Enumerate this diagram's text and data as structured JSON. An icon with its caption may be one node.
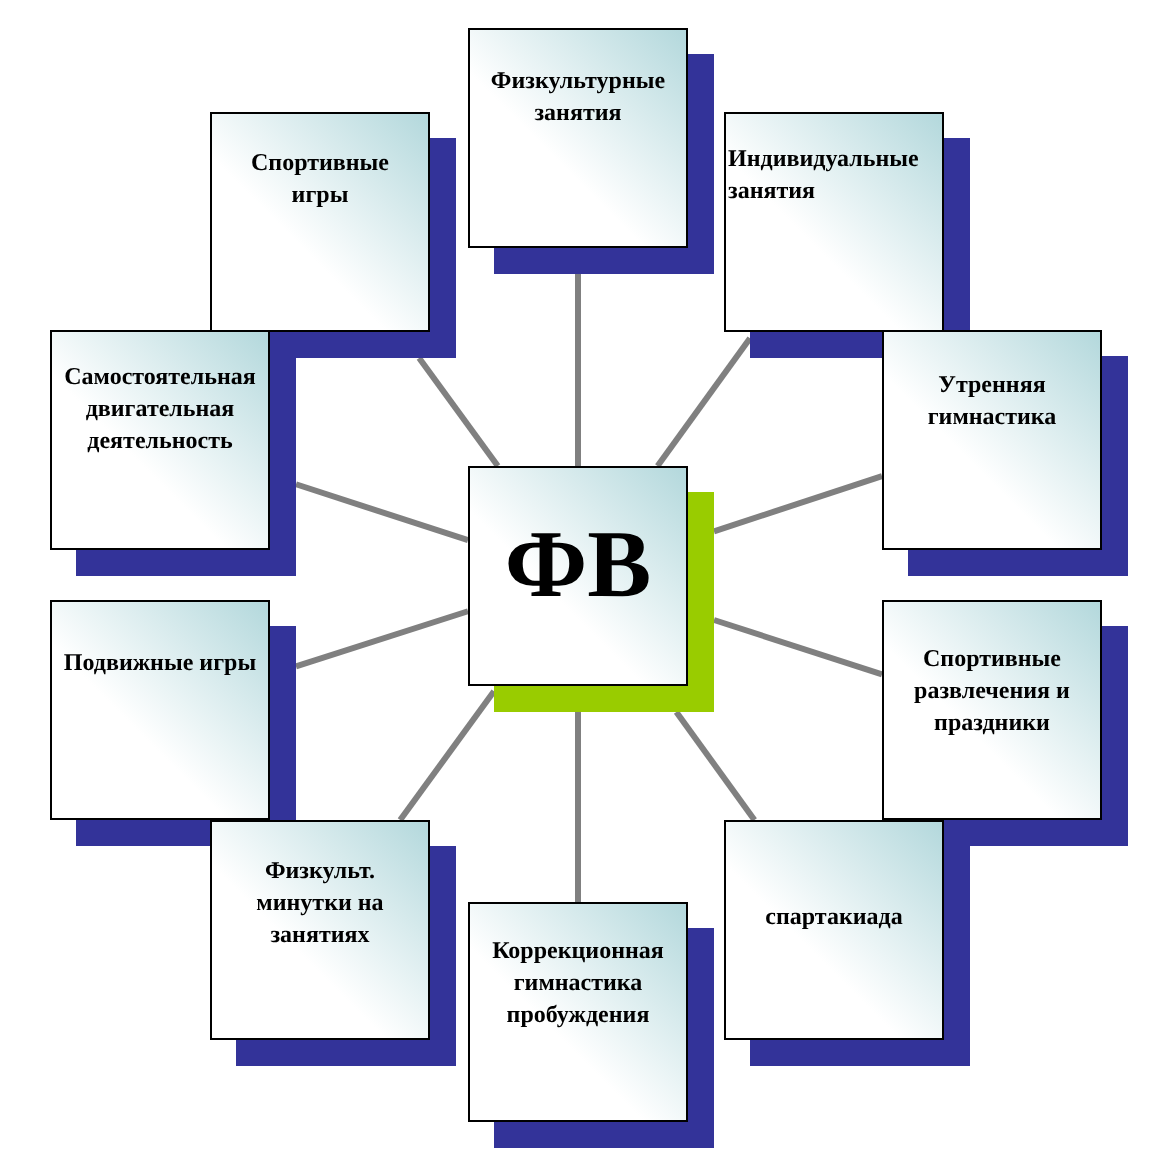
{
  "diagram": {
    "nodes": [
      {
        "text": [
          "Физкультурные занятия"
        ]
      },
      {
        "text": [
          "Спортивные игры"
        ]
      },
      {
        "text": [
          "Индивидуальные занятия"
        ]
      },
      {
        "text": [
          "Самостоятельная двигательная деятельность"
        ]
      },
      {
        "text": [
          "Утренняя гимнастика"
        ]
      },
      {
        "text": [
          "ФВ"
        ]
      },
      {
        "text": [
          "Подвижные игры"
        ]
      },
      {
        "text": [
          "Спортивные развлечения и праздники"
        ]
      },
      {
        "text": [
          "Физкульт. минутки на занятиях"
        ]
      },
      {
        "text": [
          "спартакиада"
        ]
      },
      {
        "text": [
          "Коррекционная гимнастика пробуждения"
        ]
      }
    ],
    "edges": [
      {
        "from": 5,
        "to": 0,
        "arrow": "none"
      },
      {
        "from": 5,
        "to": 2,
        "arrow": "none"
      },
      {
        "from": 5,
        "to": 4,
        "arrow": "none"
      },
      {
        "from": 5,
        "to": 7,
        "arrow": "none"
      },
      {
        "from": 5,
        "to": 9,
        "arrow": "none"
      },
      {
        "from": 5,
        "to": 10,
        "arrow": "none"
      },
      {
        "from": 5,
        "to": 8,
        "arrow": "none"
      },
      {
        "from": 5,
        "to": 6,
        "arrow": "none"
      },
      {
        "from": 5,
        "to": 3,
        "arrow": "none"
      },
      {
        "from": 5,
        "to": 1,
        "arrow": "none"
      }
    ]
  }
}
